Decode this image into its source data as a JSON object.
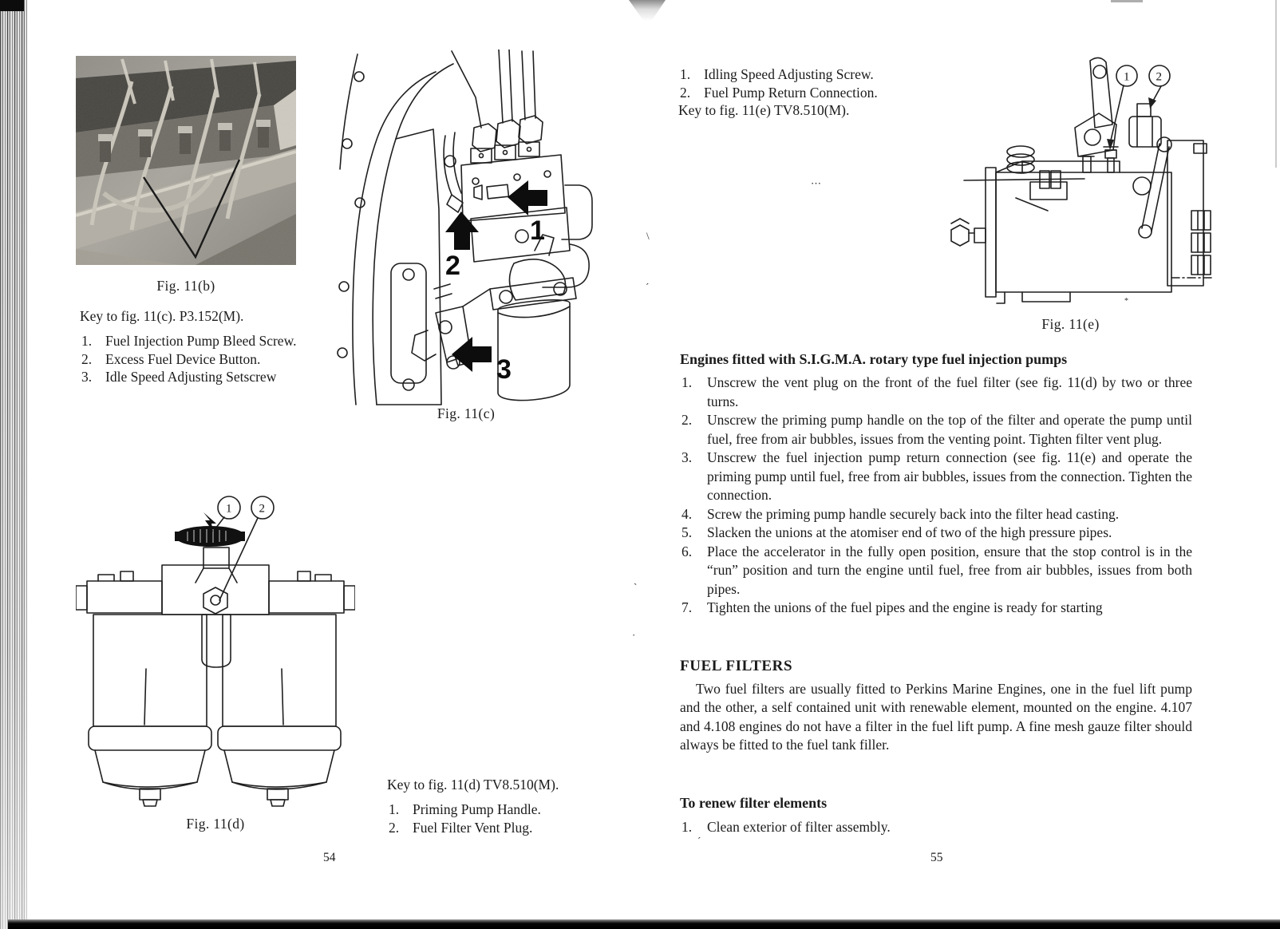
{
  "left": {
    "fig_b_caption": "Fig. 11(b)",
    "key_c": {
      "title": "Key to fig. 11(c). P3.152(M).",
      "items": [
        "Fuel Injection Pump Bleed Screw.",
        "Excess Fuel Device Button.",
        "Idle Speed Adjusting Setscrew"
      ]
    },
    "fig_c_caption": "Fig. 11(c)",
    "fig_d_caption": "Fig. 11(d)",
    "key_d": {
      "title": "Key to fig. 11(d) TV8.510(M).",
      "items": [
        "Priming Pump Handle.",
        "Fuel Filter Vent Plug."
      ]
    },
    "page_number": "54"
  },
  "right": {
    "key_e": {
      "items": [
        "Idling Speed Adjusting Screw.",
        "Fuel Pump Return Connection."
      ],
      "title": "Key to fig. 11(e) TV8.510(M)."
    },
    "fig_e_caption": "Fig. 11(e)",
    "sigma": {
      "heading": "Engines fitted with S.I.G.M.A. rotary type fuel injection pumps",
      "steps": [
        "Unscrew the vent plug on the front of the fuel filter (see fig. 11(d) by two or three turns.",
        "Unscrew the priming pump handle on the top of the filter and operate the pump until fuel, free from air bubbles, issues from the venting point. Tighten filter vent plug.",
        "Unscrew the fuel injection pump return connection (see fig. 11(e) and operate the priming pump until fuel, free from air bubbles, issues from the connection. Tighten the connection.",
        "Screw the priming pump handle securely back into the filter head casting.",
        "Slacken the unions at the atomiser end of two of the high pressure pipes.",
        "Place the accelerator in the fully open position, ensure that the stop control is in the “run” position and turn the engine until fuel, free from air bubbles, issues from both pipes.",
        "Tighten the unions of the fuel pipes and the engine is ready for starting"
      ]
    },
    "fuel_filters": {
      "heading": "FUEL FILTERS",
      "body": "Two fuel filters are usually fitted to Perkins Marine Engines, one in the fuel lift pump and the other, a self contained unit with renewable element, mounted on the engine. 4.107 and 4.108 engines do not have a filter in the fuel lift pump. A fine mesh gauze filter should always be fitted to the fuel tank filler."
    },
    "renew": {
      "heading": "To renew filter elements",
      "steps": [
        "Clean exterior of filter assembly."
      ]
    },
    "page_number": "55"
  },
  "callouts": {
    "one": "1",
    "two": "2",
    "three": "3"
  }
}
